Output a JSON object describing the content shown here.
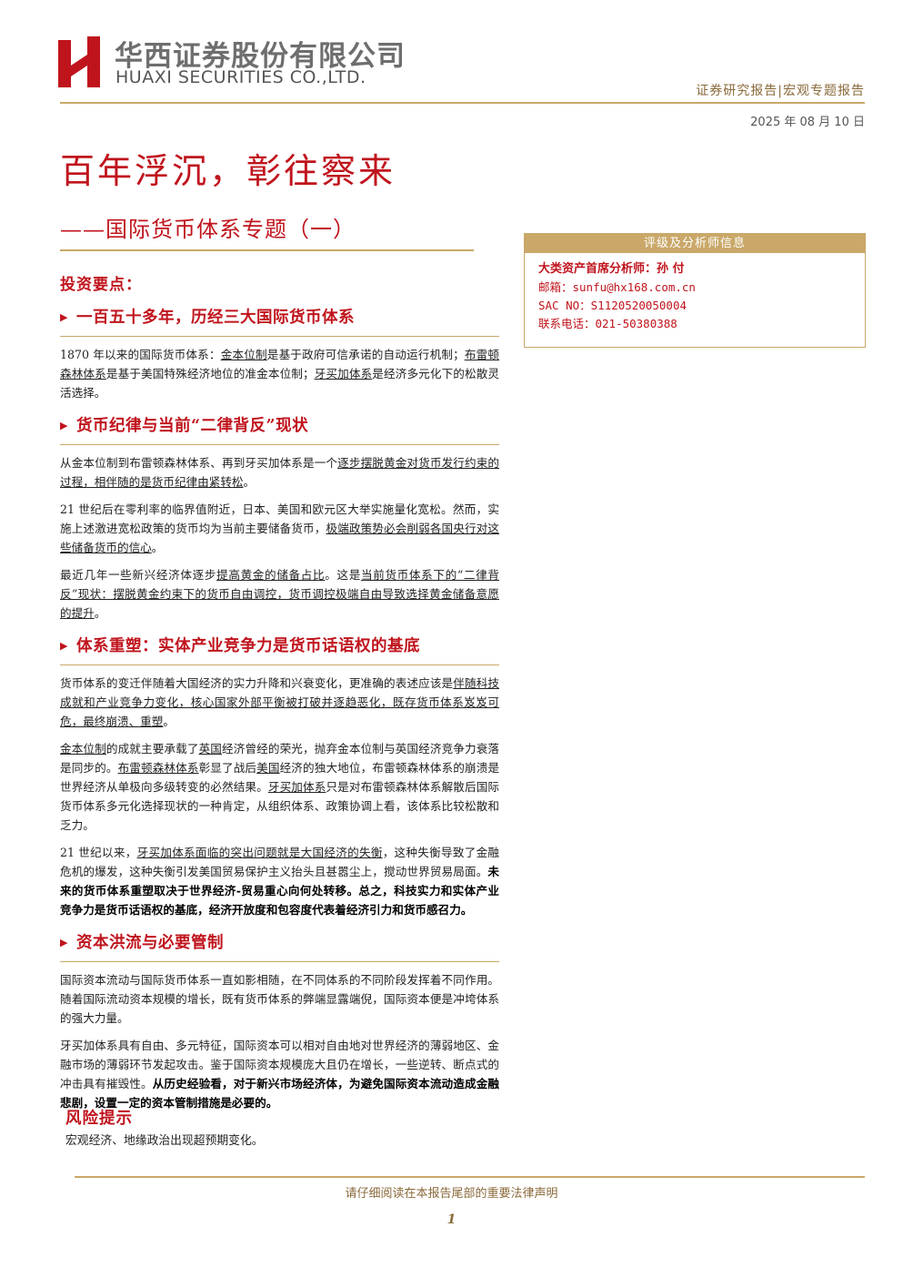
{
  "brand": {
    "name_cn": "华西证券股份有限公司",
    "name_en": "HUAXI SECURITIES CO.,LTD.",
    "logo_icon": "huaxi-h-logo",
    "colors": {
      "primary_red": "#c0141d",
      "gold": "#c9a869"
    }
  },
  "header": {
    "report_type": "证券研究报告|宏观专题报告",
    "date": "2025 年 08 月 10 日"
  },
  "title": {
    "main": "百年浮沉，彰往察来",
    "sub": "——国际货币体系专题（一）"
  },
  "analyst_box": {
    "heading": "评级及分析师信息",
    "analyst": "大类资产首席分析师：孙 付",
    "email": "邮箱：sunfu@hx168.com.cn",
    "sac": "SAC NO：S1120520050004",
    "phone": "联系电话：021-50380388"
  },
  "key_points_heading": "投资要点：",
  "sections": [
    {
      "heading": "一百五十多年，历经三大国际货币体系",
      "paragraphs": [
        [
          {
            "t": "1870 年以来的国际货币体系："
          },
          {
            "t": "金本位制",
            "u": true
          },
          {
            "t": "是基于政府可信承诺的自动运行机制；"
          },
          {
            "t": "布雷顿森林体系",
            "u": true
          },
          {
            "t": "是基于美国特殊经济地位的准金本位制；"
          },
          {
            "t": "牙买加体系",
            "u": true
          },
          {
            "t": "是经济多元化下的松散灵活选择。"
          }
        ]
      ]
    },
    {
      "heading": "货币纪律与当前“二律背反”现状",
      "paragraphs": [
        [
          {
            "t": "从金本位制到布雷顿森林体系、再到牙买加体系是一个"
          },
          {
            "t": "逐步摆脱黄金对货币发行约束的过程，相伴随的是货币纪律由紧转松",
            "u": true
          },
          {
            "t": "。"
          }
        ],
        [
          {
            "t": "21 世纪后在零利率的临界值附近，日本、美国和欧元区大举实施量化宽松。然而，实施上述激进宽松政策的货币均为当前主要储备货币，"
          },
          {
            "t": "极端政策势必会削弱各国央行对这些储备货币的信心",
            "u": true
          },
          {
            "t": "。"
          }
        ],
        [
          {
            "t": "最近几年一些新兴经济体逐步"
          },
          {
            "t": "提高黄金的储备占比",
            "u": true
          },
          {
            "t": "。这是"
          },
          {
            "t": "当前货币体系下的“二律背反”现状：摆脱黄金约束下的货币自由调控，货币调控极端自由导致选择黄金储备意愿的提升",
            "u": true
          },
          {
            "t": "。"
          }
        ]
      ]
    },
    {
      "heading": "体系重塑：实体产业竞争力是货币话语权的基底",
      "paragraphs": [
        [
          {
            "t": "货币体系的变迁伴随着大国经济的实力升降和兴衰变化，更准确的表述应该是"
          },
          {
            "t": "伴随科技成就和产业竞争力变化，核心国家外部平衡被打破并逐趋恶化，既存货币体系岌岌可危，最终崩溃、重塑",
            "u": true
          },
          {
            "t": "。"
          }
        ],
        [
          {
            "t": "金本位制",
            "u": true
          },
          {
            "t": "的成就主要承载了"
          },
          {
            "t": "英国",
            "u": true
          },
          {
            "t": "经济曾经的荣光，抛弃金本位制与英国经济竞争力衰落是同步的。"
          },
          {
            "t": "布雷顿森林体系",
            "u": true
          },
          {
            "t": "彰显了战后"
          },
          {
            "t": "美国",
            "u": true
          },
          {
            "t": "经济的独大地位，布雷顿森林体系的崩溃是世界经济从单极向多级转变的必然结果。"
          },
          {
            "t": "牙买加体系",
            "u": true
          },
          {
            "t": "只是对布雷顿森林体系解散后国际货币体系多元化选择现状的一种肯定，从组织体系、政策协调上看，该体系比较松散和乏力。"
          }
        ],
        [
          {
            "t": "21 世纪以来，"
          },
          {
            "t": "牙买加体系面临的突出问题就是大国经济的失衡",
            "u": true
          },
          {
            "t": "，这种失衡导致了金融危机的爆发，这种失衡引发美国贸易保护主义抬头且甚嚣尘上，搅动世界贸易局面。"
          },
          {
            "t": "未来的货币体系重塑取决于世界经济-贸易重心向何处转移。总之，科技实力和实体产业竞争力是货币话语权的基底，经济开放度和包容度代表着经济引力和货币感召力。",
            "b": true
          }
        ]
      ]
    },
    {
      "heading": "资本洪流与必要管制",
      "paragraphs": [
        [
          {
            "t": "国际资本流动与国际货币体系一直如影相随，在不同体系的不同阶段发挥着不同作用。随着国际流动资本规模的增长，既有货币体系的弊端显露端倪，国际资本便是冲垮体系的强大力量。"
          }
        ],
        [
          {
            "t": "牙买加体系具有自由、多元特征，国际资本可以相对自由地对世界经济的薄弱地区、金融市场的薄弱环节发起攻击。鉴于国际资本规模庞大且仍在增长，一些逆转、断点式的冲击具有摧毁性。"
          },
          {
            "t": "从历史经验看，对于新兴市场经济体，为避免国际资本流动造成金融悲剧，设置一定的资本管制措施是必要的。",
            "b": true
          }
        ]
      ]
    }
  ],
  "risk": {
    "heading": "风险提示",
    "text": "宏观经济、地缘政治出现超预期变化。"
  },
  "footer": {
    "note": "请仔细阅读在本报告尾部的重要法律声明",
    "page_number": "1"
  }
}
